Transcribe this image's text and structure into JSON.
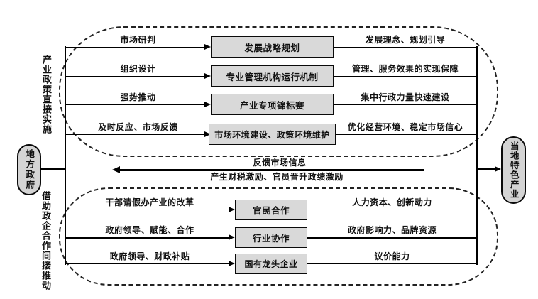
{
  "diagram": {
    "title_hint": "local-government-to-local-specialty-industry flow",
    "left_node": {
      "label": "地方政府"
    },
    "right_node": {
      "label": "当地特色产业"
    },
    "top_group": {
      "side_label": "产业政策直接实施",
      "rows": [
        {
          "left_label": "市场研判",
          "box": "发展战略规划",
          "right_label": "发展理念、规划引导"
        },
        {
          "left_label": "组织设计",
          "box": "专业管理机构运行机制",
          "right_label": "管理、服务效果的实现保障"
        },
        {
          "left_label": "强势推动",
          "box": "产业专项锦标赛",
          "right_label": "集中行政力量快速建设"
        },
        {
          "left_label": "及时反应、市场反馈",
          "box": "市场环境建设、政策环境维护",
          "right_label": "优化经营环境、稳定市场信心"
        }
      ]
    },
    "feedback": {
      "line1": "反馈市场信息",
      "line2": "产生财税激励、官员晋升政绩激励"
    },
    "bottom_group": {
      "side_label": "借助政企合作间接推动",
      "rows": [
        {
          "left_label": "干部请假办产业的改革",
          "box": "官民合作",
          "right_label": "人力资本、创新动力"
        },
        {
          "left_label": "政府领导、赋能、合作",
          "box": "行业协作",
          "right_label": "政府影响力、品牌资源"
        },
        {
          "left_label": "政府领导、财政补贴",
          "box": "国有龙头企业",
          "right_label": "议价能力"
        }
      ]
    },
    "colors": {
      "box_fill": "#d9d9d9",
      "line": "#000000",
      "background": "#ffffff"
    }
  }
}
